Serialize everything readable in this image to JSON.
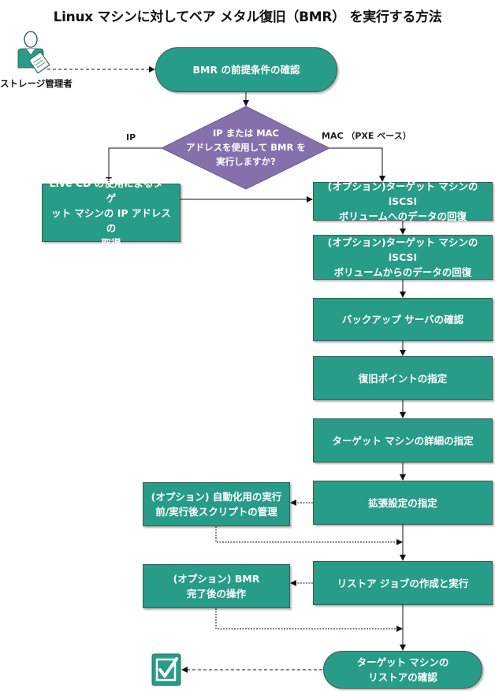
{
  "title": "Linux マシンに対してベア メタル復旧（BMR） を実行する方法",
  "colors": {
    "process": "#279c88",
    "decision": "#8670ab",
    "line": "#111111"
  },
  "actor": {
    "label": "ストレージ管理者",
    "icon": "storage-admin-icon"
  },
  "nodes": {
    "start": "BMR の前提条件の確認",
    "decision": "IP または MAC\nアドレスを使用して BMR を\n実行しますか?",
    "ip_box": "Live CD の使用によるターゲ\nット マシンの IP アドレスの\n取得",
    "iscsi_to": "(オプション)ターゲット マシンの iSCSI\nボリュームへのデータの回復",
    "iscsi_from": "(オプション)ターゲット マシンの iSCSI\nボリュームからのデータの回復",
    "backup_server": "バックアップ サーバの確認",
    "recovery_point": "復旧ポイントの指定",
    "target_details": "ターゲット マシンの詳細の指定",
    "advanced": "拡張設定の指定",
    "scripts": "(オプション) 自動化用の実行\n前/実行後スクリプトの管理",
    "restore_job": "リストア ジョブの作成と実行",
    "post_bmr": "(オプション) BMR\n完了後の操作",
    "verify": "ターゲット マシンの\nリストアの確認"
  },
  "edge_labels": {
    "ip": "IP",
    "mac": "MAC （PXE ベース）"
  },
  "end_icon": "checkbox-checked-icon"
}
